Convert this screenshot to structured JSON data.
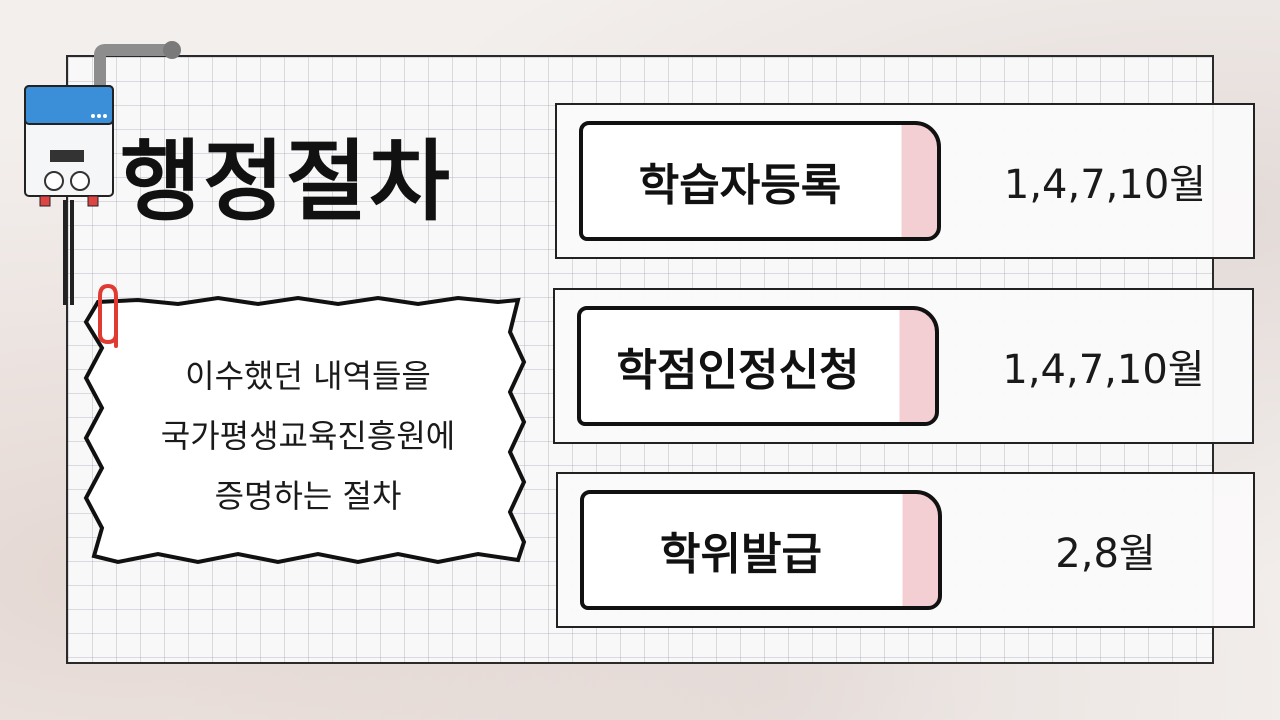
{
  "title": "행정절차",
  "note": {
    "line1": "이수했던 내역들을",
    "line2": "국가평생교육진흥원에",
    "line3": "증명하는 절차"
  },
  "steps": [
    {
      "label": "학습자등록",
      "months": "1,4,7,10월"
    },
    {
      "label": "학점인정신청",
      "months": "1,4,7,10월"
    },
    {
      "label": "학위발급",
      "months": "2,8월"
    }
  ],
  "colors": {
    "accent_pink": "#f3cfd4",
    "heater_blue": "#3a8fd8",
    "clip_red": "#e03a32"
  }
}
